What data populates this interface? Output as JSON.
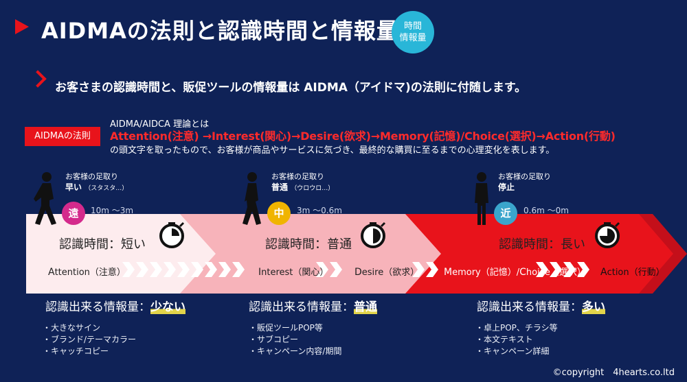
{
  "header": {
    "title": "AIDMAの法則と認識時間と情報量",
    "badge": [
      "時間",
      "情報量"
    ]
  },
  "subtitle": "お客さまの認識時間と、販促ツールの情報量は AIDMA（アイドマ)の法則に付随します。",
  "law": {
    "label": "AIDMAの法則",
    "theory": "AIDMA/AIDCA  理論とは",
    "formula": "Attention(注意) →Interest(関心)→Desire(欲求)→Memory(記憶)/Choice(選択)→Action(行動)",
    "description": "の頭文字を取ったもので、お客様が商品やサービスに気づき、最終的な購買に至るまでの心理変化を表します。"
  },
  "stages": [
    {
      "step_label": "お客様の足取り",
      "speed": "早い",
      "speed_note": "（スタスタ…）",
      "circle": "遠",
      "distance": "10m ～3m",
      "recognition": "認識時間：短い",
      "info_prefix": "認識出来る情報量：",
      "info_amount": "少ない",
      "items": [
        "・大きなサイン",
        "・ブランド/テーマカラー",
        "・キャッチコピー"
      ]
    },
    {
      "step_label": "お客様の足取り",
      "speed": "普通",
      "speed_note": "（ウロウロ…）",
      "circle": "中",
      "distance": "3m ～0.6m",
      "recognition": "認識時間：普通",
      "info_prefix": "認識出来る情報量：",
      "info_amount": "普通",
      "items": [
        "・販促ツールPOP等",
        "・サブコピー",
        "・キャンペーン内容/期間"
      ]
    },
    {
      "step_label": "お客様の足取り",
      "speed": "停止",
      "speed_note": "",
      "circle": "近",
      "distance": "0.6m ～0m",
      "recognition": "認識時間：長い",
      "info_prefix": "認識出来る情報量：",
      "info_amount": "多い",
      "items": [
        "・卓上POP、チラシ等",
        "・本文テキスト",
        "・キャンペーン詳細"
      ]
    }
  ],
  "phases": {
    "attention": {
      "initial": "A",
      "rest": "ttention（注意）"
    },
    "interest": {
      "initial": "I",
      "rest": "nterest（関心）"
    },
    "desire": {
      "initial": "D",
      "rest": "esire（欲求）"
    },
    "memory_choice": {
      "initial1": "M",
      "rest1": "emory（記憶）/",
      "initial2": "C",
      "rest2": "hoice（選択）"
    },
    "action": {
      "initial": "A",
      "rest": "ction（行動）"
    }
  },
  "colors": {
    "background": "#0f2257",
    "accent_red": "#e8131b",
    "badge": "#29b6d8",
    "far": "#d42a8c",
    "mid": "#f0b400",
    "near": "#3aa5cc",
    "highlight": "#e2d44a"
  },
  "copyright": "©copyright　4hearts.co.ltd"
}
